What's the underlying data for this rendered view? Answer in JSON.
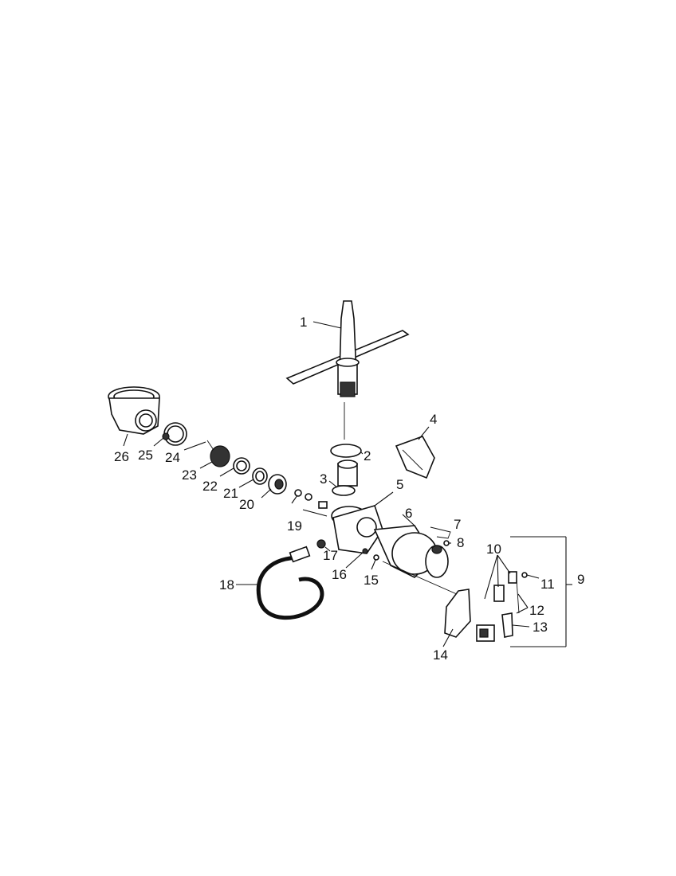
{
  "callouts": {
    "c1": "1",
    "c2": "2",
    "c3": "3",
    "c4": "4",
    "c5": "5",
    "c6": "6",
    "c7": "7",
    "c8": "8",
    "c9": "9",
    "c10": "10",
    "c11": "11",
    "c12": "12",
    "c13": "13",
    "c14": "14",
    "c15": "15",
    "c16": "16",
    "c17": "17",
    "c18": "18",
    "c19": "19",
    "c20": "20",
    "c21": "21",
    "c22": "22",
    "c23": "23",
    "c24": "24",
    "c25": "25",
    "c26": "26"
  },
  "colors": {
    "line": "#111111",
    "background": "#ffffff"
  }
}
